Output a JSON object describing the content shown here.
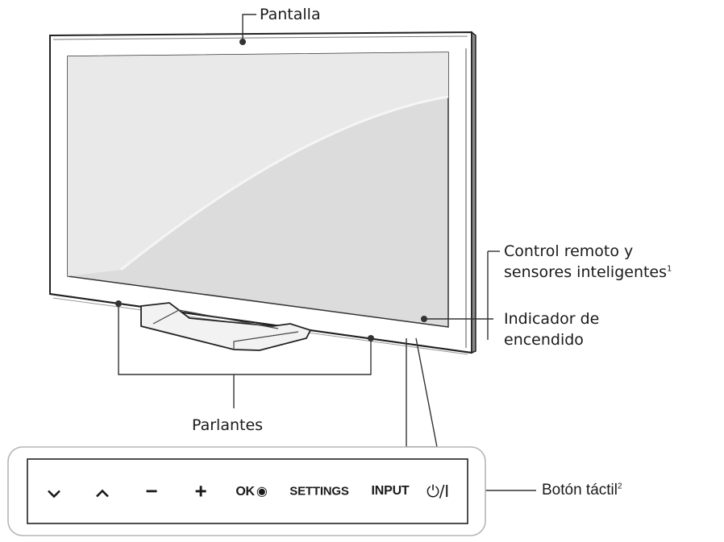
{
  "labels": {
    "screen": "Pantalla",
    "remote_sensor_line1": "Control remoto y",
    "remote_sensor_line2": "sensores inteligentes",
    "remote_sensor_sup": "1",
    "power_indicator_line1": "Indicador de",
    "power_indicator_line2": "encendido",
    "speakers": "Parlantes",
    "touch_button": "Botón táctil",
    "touch_button_sup": "2"
  },
  "buttons": {
    "down": "⌄",
    "up": "⌃",
    "minus": "−",
    "plus": "+",
    "ok": "OK",
    "ok_symbol": "◉",
    "settings": "SETTINGS",
    "input": "INPUT",
    "power": "⏻/I"
  },
  "colors": {
    "line": "#333333",
    "frame_fill": "#ffffff",
    "panel_border": "#b5b5b5"
  }
}
